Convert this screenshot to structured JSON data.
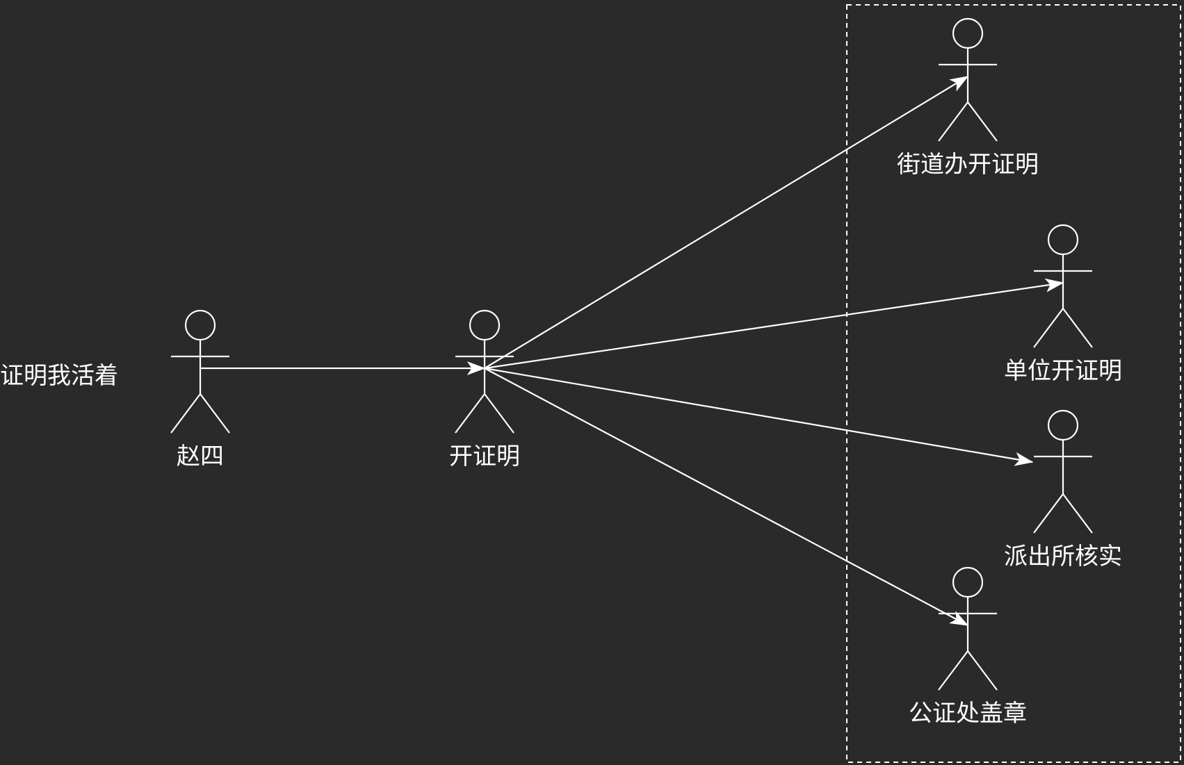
{
  "diagram": {
    "free_text": "证明我活着",
    "actors": [
      {
        "id": "zhaosi",
        "label": "赵四"
      },
      {
        "id": "kaizhengming",
        "label": "开证明"
      },
      {
        "id": "jiedao",
        "label": "街道办开证明"
      },
      {
        "id": "danwei",
        "label": "单位开证明"
      },
      {
        "id": "paichusuo",
        "label": "派出所核实"
      },
      {
        "id": "gongzheng",
        "label": "公证处盖章"
      }
    ],
    "edges": [
      {
        "from": "zhaosi",
        "to": "kaizhengming"
      },
      {
        "from": "kaizhengming",
        "to": "jiedao"
      },
      {
        "from": "kaizhengming",
        "to": "danwei"
      },
      {
        "from": "kaizhengming",
        "to": "paichusuo"
      },
      {
        "from": "kaizhengming",
        "to": "gongzheng"
      }
    ],
    "colors": {
      "background": "#2a2a2b",
      "stroke": "#ffffff",
      "text": "#ffffff"
    }
  }
}
